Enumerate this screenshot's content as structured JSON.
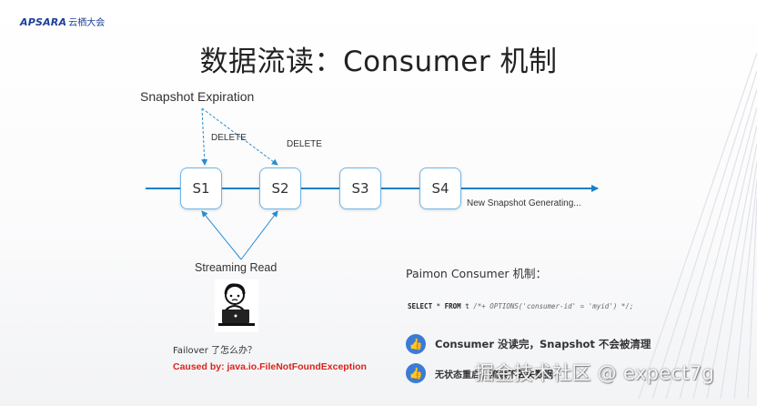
{
  "logo": {
    "brand": "APSARA",
    "suffix": "云栖大会"
  },
  "title": "数据流读：Consumer 机制",
  "diagram": {
    "expiration_label": "Snapshot Expiration",
    "delete_labels": [
      "DELETE",
      "DELETE"
    ],
    "snapshots": [
      "S1",
      "S2",
      "S3",
      "S4"
    ],
    "generating_label": "New Snapshot Generating...",
    "streaming_label": "Streaming Read"
  },
  "failover": {
    "question": "Failover 了怎么办？",
    "error": "Caused by: java.io.FileNotFoundException"
  },
  "paimon": {
    "title": "Paimon Consumer 机制：",
    "sql": {
      "keyword1": "SELECT",
      "star": " * ",
      "keyword2": "FROM",
      "table": " t ",
      "hint": "/*+ OPTIONS('consumer-id' = 'myid') */;"
    },
    "points": [
      {
        "icon": "thumbs-up-icon",
        "text": "Consumer 没读完，Snapshot 不会被清理"
      },
      {
        "icon": "thumbs-up-icon",
        "text": "无状态重启，流读不丢失数据"
      }
    ]
  },
  "watermark": "掘金技术社区 @ expect7g",
  "colors": {
    "accent": "#1a7fc9",
    "node_border": "#6fb6e6",
    "error": "#d9241c",
    "thumb": "#3b7bd6"
  }
}
